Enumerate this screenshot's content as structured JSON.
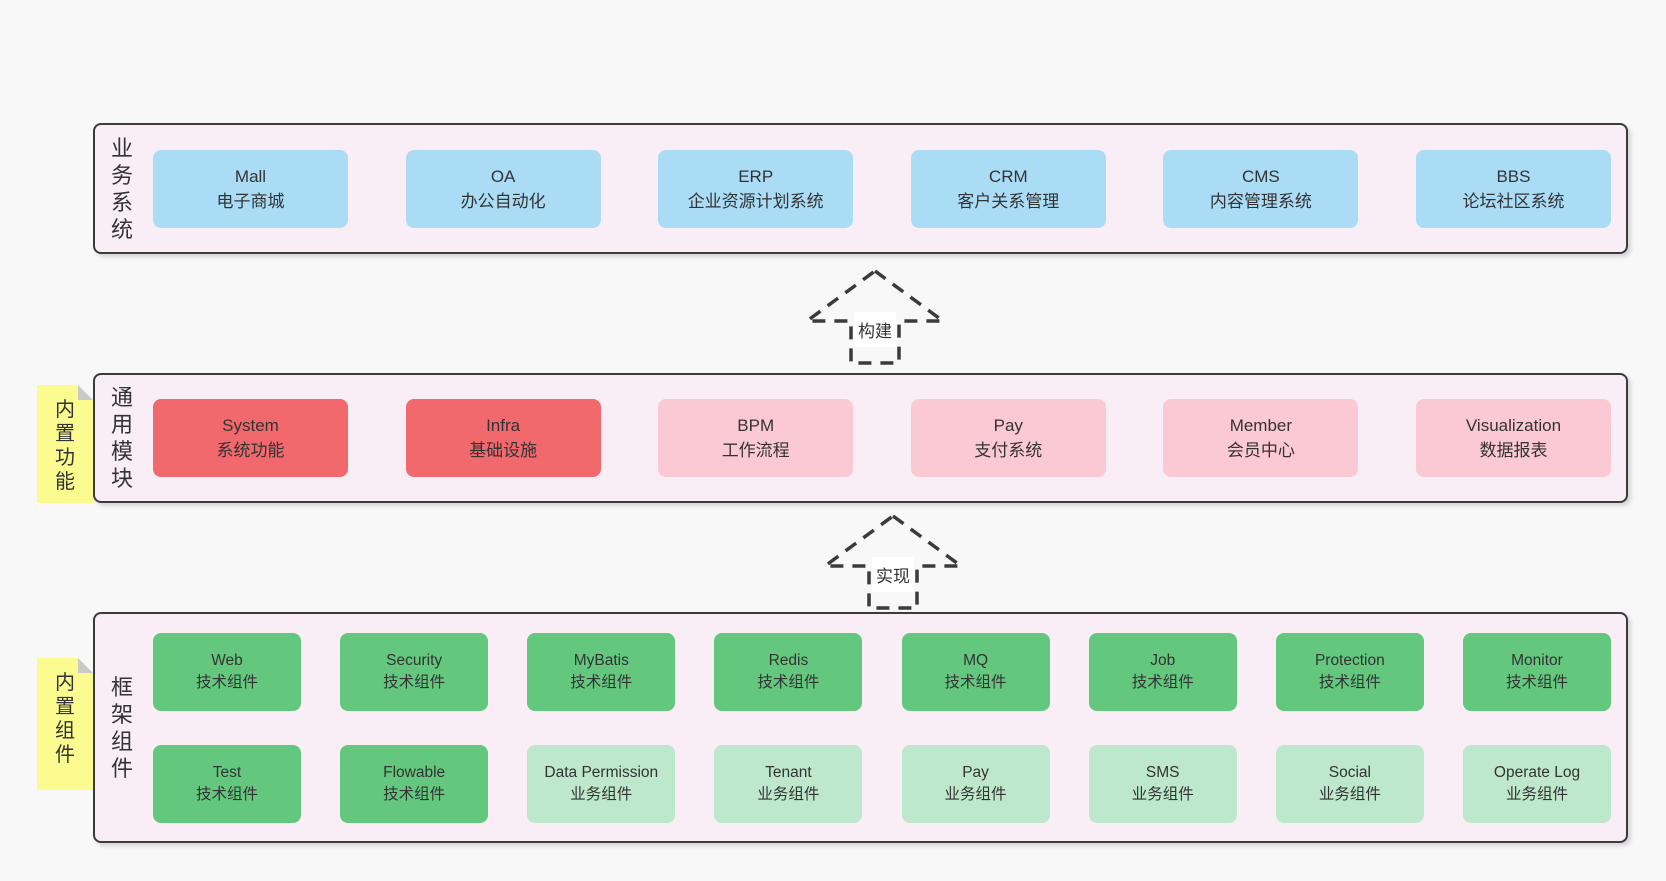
{
  "colors": {
    "page_bg": "#f8f8f8",
    "panel_bg": "#f9edf6",
    "panel_border": "#3b3b3b",
    "box_blue": "#aadcf6",
    "box_red": "#f1686d",
    "box_pink": "#fbc9d3",
    "box_green": "#63c87e",
    "box_light_green": "#bde8cb",
    "note_yellow": "#fbfb90",
    "note_fold_gray": "#c9c9c9",
    "text": "#333333",
    "arrow_label_bg": "#ffffff"
  },
  "sections": {
    "business": {
      "label": "业务系统",
      "boxes": [
        {
          "title": "Mall",
          "subtitle": "电子商城",
          "variant": "blue"
        },
        {
          "title": "OA",
          "subtitle": "办公自动化",
          "variant": "blue"
        },
        {
          "title": "ERP",
          "subtitle": "企业资源计划系统",
          "variant": "blue"
        },
        {
          "title": "CRM",
          "subtitle": "客户关系管理",
          "variant": "blue"
        },
        {
          "title": "CMS",
          "subtitle": "内容管理系统",
          "variant": "blue"
        },
        {
          "title": "BBS",
          "subtitle": "论坛社区系统",
          "variant": "blue"
        }
      ]
    },
    "modules": {
      "label": "通用模块",
      "note": "内置功能",
      "boxes": [
        {
          "title": "System",
          "subtitle": "系统功能",
          "variant": "red"
        },
        {
          "title": "Infra",
          "subtitle": "基础设施",
          "variant": "red"
        },
        {
          "title": "BPM",
          "subtitle": "工作流程",
          "variant": "pink"
        },
        {
          "title": "Pay",
          "subtitle": "支付系统",
          "variant": "pink"
        },
        {
          "title": "Member",
          "subtitle": "会员中心",
          "variant": "pink"
        },
        {
          "title": "Visualization",
          "subtitle": "数据报表",
          "variant": "pink"
        }
      ]
    },
    "components": {
      "label": "框架组件",
      "note": "内置组件",
      "row1": [
        {
          "title": "Web",
          "subtitle": "技术组件",
          "variant": "green"
        },
        {
          "title": "Security",
          "subtitle": "技术组件",
          "variant": "green"
        },
        {
          "title": "MyBatis",
          "subtitle": "技术组件",
          "variant": "green"
        },
        {
          "title": "Redis",
          "subtitle": "技术组件",
          "variant": "green"
        },
        {
          "title": "MQ",
          "subtitle": "技术组件",
          "variant": "green"
        },
        {
          "title": "Job",
          "subtitle": "技术组件",
          "variant": "green"
        },
        {
          "title": "Protection",
          "subtitle": "技术组件",
          "variant": "green"
        },
        {
          "title": "Monitor",
          "subtitle": "技术组件",
          "variant": "green"
        }
      ],
      "row2": [
        {
          "title": "Test",
          "subtitle": "技术组件",
          "variant": "green"
        },
        {
          "title": "Flowable",
          "subtitle": "技术组件",
          "variant": "green"
        },
        {
          "title": "Data Permission",
          "subtitle": "业务组件",
          "variant": "lightgreen"
        },
        {
          "title": "Tenant",
          "subtitle": "业务组件",
          "variant": "lightgreen"
        },
        {
          "title": "Pay",
          "subtitle": "业务组件",
          "variant": "lightgreen"
        },
        {
          "title": "SMS",
          "subtitle": "业务组件",
          "variant": "lightgreen"
        },
        {
          "title": "Social",
          "subtitle": "业务组件",
          "variant": "lightgreen"
        },
        {
          "title": "Operate Log",
          "subtitle": "业务组件",
          "variant": "lightgreen"
        }
      ]
    }
  },
  "arrows": [
    {
      "label": "构建"
    },
    {
      "label": "实现"
    }
  ]
}
